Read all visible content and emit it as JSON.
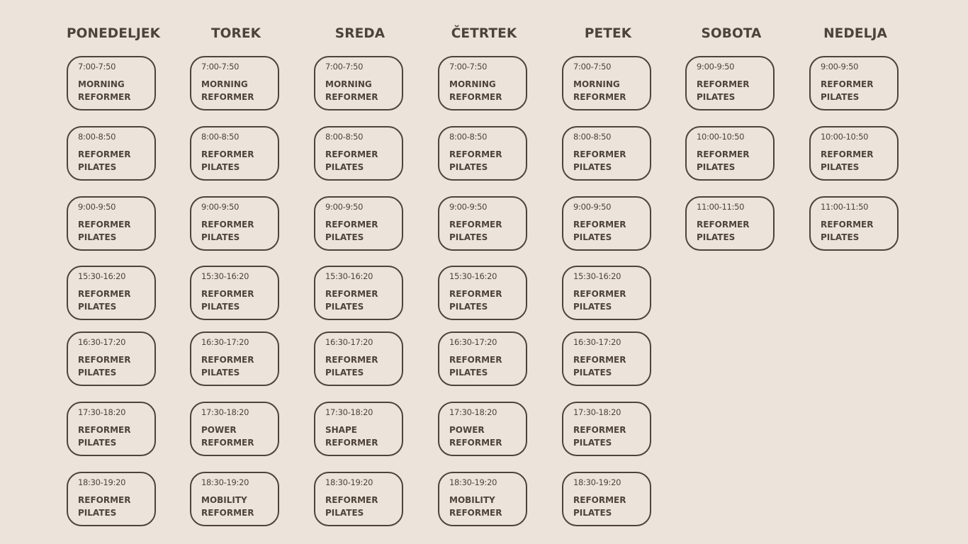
{
  "days": [
    {
      "title": "PONEDELJEK",
      "classes": [
        {
          "time": "7:00-7:50",
          "line1": "MORNING",
          "line2": "REFORMER"
        },
        {
          "time": "8:00-8:50",
          "line1": "REFORMER",
          "line2": "PILATES"
        },
        {
          "time": "9:00-9:50",
          "line1": "REFORMER",
          "line2": "PILATES"
        },
        {
          "time": "15:30-16:20",
          "line1": "REFORMER",
          "line2": "PILATES"
        },
        {
          "time": "16:30-17:20",
          "line1": "REFORMER",
          "line2": "PILATES"
        },
        {
          "time": "17:30-18:20",
          "line1": "REFORMER",
          "line2": "PILATES"
        },
        {
          "time": "18:30-19:20",
          "line1": "REFORMER",
          "line2": "PILATES"
        }
      ]
    },
    {
      "title": "TOREK",
      "classes": [
        {
          "time": "7:00-7:50",
          "line1": "MORNING",
          "line2": "REFORMER"
        },
        {
          "time": "8:00-8:50",
          "line1": "REFORMER",
          "line2": "PILATES"
        },
        {
          "time": "9:00-9:50",
          "line1": "REFORMER",
          "line2": "PILATES"
        },
        {
          "time": "15:30-16:20",
          "line1": "REFORMER",
          "line2": "PILATES"
        },
        {
          "time": "16:30-17:20",
          "line1": "REFORMER",
          "line2": "PILATES"
        },
        {
          "time": "17:30-18:20",
          "line1": "POWER",
          "line2": "REFORMER"
        },
        {
          "time": "18:30-19:20",
          "line1": "MOBILITY",
          "line2": "REFORMER"
        }
      ]
    },
    {
      "title": "SREDA",
      "classes": [
        {
          "time": "7:00-7:50",
          "line1": "MORNING",
          "line2": "REFORMER"
        },
        {
          "time": "8:00-8:50",
          "line1": "REFORMER",
          "line2": "PILATES"
        },
        {
          "time": "9:00-9:50",
          "line1": "REFORMER",
          "line2": "PILATES"
        },
        {
          "time": "15:30-16:20",
          "line1": "REFORMER",
          "line2": "PILATES"
        },
        {
          "time": "16:30-17:20",
          "line1": "REFORMER",
          "line2": "PILATES"
        },
        {
          "time": "17:30-18:20",
          "line1": "SHAPE",
          "line2": "REFORMER"
        },
        {
          "time": "18:30-19:20",
          "line1": "REFORMER",
          "line2": "PILATES"
        }
      ]
    },
    {
      "title": "ČETRTEK",
      "classes": [
        {
          "time": "7:00-7:50",
          "line1": "MORNING",
          "line2": "REFORMER"
        },
        {
          "time": "8:00-8:50",
          "line1": "REFORMER",
          "line2": "PILATES"
        },
        {
          "time": "9:00-9:50",
          "line1": "REFORMER",
          "line2": "PILATES"
        },
        {
          "time": "15:30-16:20",
          "line1": "REFORMER",
          "line2": "PILATES"
        },
        {
          "time": "16:30-17:20",
          "line1": "REFORMER",
          "line2": "PILATES"
        },
        {
          "time": "17:30-18:20",
          "line1": "POWER",
          "line2": "REFORMER"
        },
        {
          "time": "18:30-19:20",
          "line1": "MOBILITY",
          "line2": "REFORMER"
        }
      ]
    },
    {
      "title": "PETEK",
      "classes": [
        {
          "time": "7:00-7:50",
          "line1": "MORNING",
          "line2": "REFORMER"
        },
        {
          "time": "8:00-8:50",
          "line1": "REFORMER",
          "line2": "PILATES"
        },
        {
          "time": "9:00-9:50",
          "line1": "REFORMER",
          "line2": "PILATES"
        },
        {
          "time": "15:30-16:20",
          "line1": "REFORMER",
          "line2": "PILATES"
        },
        {
          "time": "16:30-17:20",
          "line1": "REFORMER",
          "line2": "PILATES"
        },
        {
          "time": "17:30-18:20",
          "line1": "REFORMER",
          "line2": "PILATES"
        },
        {
          "time": "18:30-19:20",
          "line1": "REFORMER",
          "line2": "PILATES"
        }
      ]
    },
    {
      "title": "SOBOTA",
      "classes": [
        {
          "time": "9:00-9:50",
          "line1": "REFORMER",
          "line2": "PILATES"
        },
        {
          "time": "10:00-10:50",
          "line1": "REFORMER",
          "line2": "PILATES"
        },
        {
          "time": "11:00-11:50",
          "line1": "REFORMER",
          "line2": "PILATES"
        }
      ]
    },
    {
      "title": "NEDELJA",
      "classes": [
        {
          "time": "9:00-9:50",
          "line1": "REFORMER",
          "line2": "PILATES"
        },
        {
          "time": "10:00-10:50",
          "line1": "REFORMER",
          "line2": "PILATES"
        },
        {
          "time": "11:00-11:50",
          "line1": "REFORMER",
          "line2": "PILATES"
        }
      ]
    }
  ],
  "colors": {
    "background": "#ECE3DB",
    "text": "#4E4339",
    "border": "#4E4339"
  }
}
